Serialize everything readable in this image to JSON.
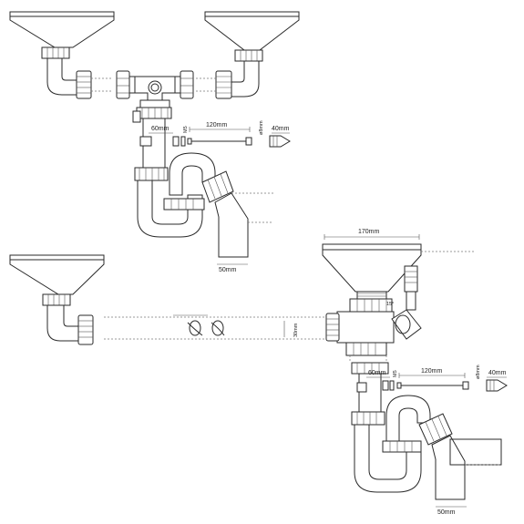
{
  "labels": {
    "top": {
      "dim_60": "60mm",
      "dim_120": "120mm",
      "dim_40": "40mm",
      "m_left": "M5",
      "m_right": "ø8mm",
      "dim_50": "50mm"
    },
    "bottom": {
      "dim_170": "170mm",
      "angle": "15°",
      "dim_60": "60mm",
      "dim_120": "120mm",
      "dim_40": "40mm",
      "m_left": "M5",
      "m_right": "ø8mm",
      "dim_50": "50mm",
      "hose_label": "30mm"
    }
  },
  "colors": {
    "line": "#2a2a2a",
    "background": "#ffffff"
  }
}
